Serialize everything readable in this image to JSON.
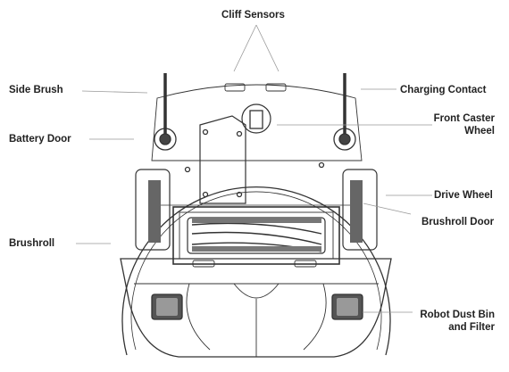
{
  "labels": {
    "cliff_sensors": "Cliff Sensors",
    "side_brush": "Side Brush",
    "charging_contact": "Charging Contact",
    "battery_door": "Battery Door",
    "front_caster_wheel_1": "Front Caster",
    "front_caster_wheel_2": "Wheel",
    "drive_wheel": "Drive Wheel",
    "brushroll_door": "Brushroll Door",
    "brushroll": "Brushroll",
    "robot_dust_bin_1": "Robot Dust Bin",
    "robot_dust_bin_2": "and Filter"
  },
  "colors": {
    "line": "#333333",
    "leader": "#999999",
    "text": "#222222"
  }
}
